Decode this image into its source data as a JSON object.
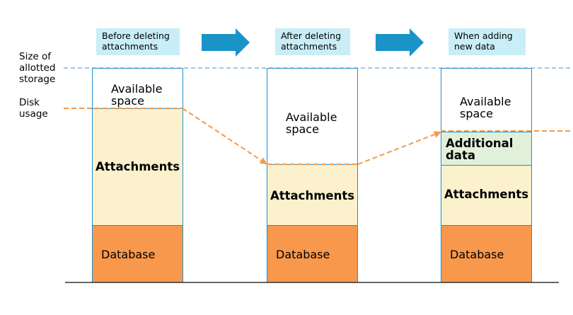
{
  "side_labels": {
    "allotted": "Size of\nallotted\nstorage",
    "disk_usage": "Disk\nusage"
  },
  "stages": [
    {
      "title": "Before deleting\nattachments"
    },
    {
      "title": "After deleting\nattachments"
    },
    {
      "title": "When adding\nnew data"
    }
  ],
  "columns": [
    {
      "available": "Available\nspace",
      "attachments": "Attachments",
      "database": "Database"
    },
    {
      "available": "Available\nspace",
      "attachments": "Attachments",
      "database": "Database"
    },
    {
      "available": "Available\nspace",
      "additional": "Additional\ndata",
      "attachments": "Attachments",
      "database": "Database"
    }
  ],
  "colors": {
    "column_border": "#1e8fd0",
    "stage_label_bg": "#c9eef8",
    "arrow": "#1a93c9",
    "dashed_usage_line": "#f39a4c",
    "dashed_storage_line": "#4a90c8",
    "attachments_fill": "#fbf1cc",
    "database_fill": "#f7984c",
    "additional_fill": "#e1f0da"
  }
}
